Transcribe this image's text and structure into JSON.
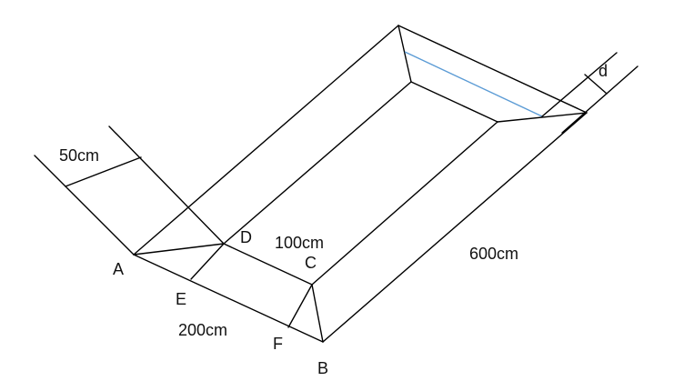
{
  "diagram": {
    "points": {
      "A": "A",
      "B": "B",
      "C": "C",
      "D": "D",
      "E": "E",
      "F": "F"
    },
    "dimensions": {
      "slope_width": "50cm",
      "top_length": "100cm",
      "bottom_length": "200cm",
      "side_length": "600cm",
      "thickness": "d"
    },
    "colors": {
      "edge": "#000000",
      "highlight": "#5b9bd5"
    }
  }
}
